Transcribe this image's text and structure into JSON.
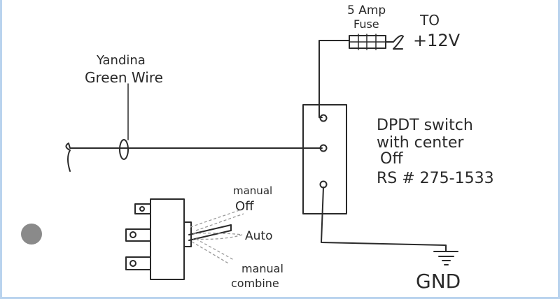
{
  "labels": {
    "fuse_amp": "5 Amp",
    "fuse_word": "Fuse",
    "to_label": "TO",
    "power_label": "+12V",
    "wire_line1": "Yandina",
    "wire_line2": "Green Wire",
    "switch_line1": "DPDT switch",
    "switch_line2": "with center",
    "switch_line3": "Off",
    "part_number": "RS # 275-1533",
    "ground_label": "GND",
    "pos_manual_off_line1": "manual",
    "pos_manual_off_line2": "Off",
    "pos_auto": "Auto",
    "pos_manual_combine_line1": "manual",
    "pos_manual_combine_line2": "combine"
  },
  "colors": {
    "ink": "#2a2a2a",
    "frame": "#b9d3ee",
    "dot": "#8a8a8a"
  }
}
